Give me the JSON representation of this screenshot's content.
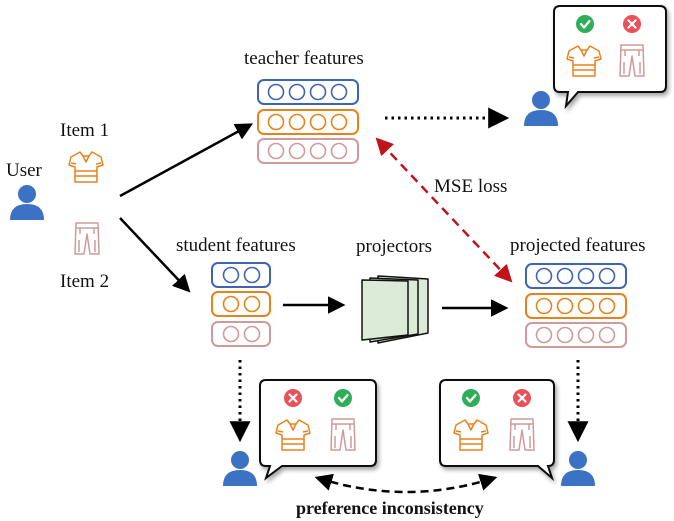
{
  "labels": {
    "user": "User",
    "item1": "Item 1",
    "item2": "Item 2",
    "teacher_features": "teacher features",
    "student_features": "student features",
    "projectors": "projectors",
    "projected_features": "projected features",
    "mse_loss": "MSE loss",
    "preference_inconsistency": "preference inconsistency"
  },
  "colors": {
    "blue": "#3f63b5",
    "orange": "#e8821c",
    "pink": "#d09a9a",
    "user_blue": "#3b72c4",
    "mse_red": "#c0141a",
    "check_green": "#2fae5a",
    "cross_red": "#e8505b",
    "projector_fill": "#dcebd8"
  },
  "icons": {
    "user": "user-icon",
    "shirt": "shirt-icon",
    "pants": "pants-icon",
    "check": "check-icon",
    "cross": "cross-icon",
    "projector": "projector-icon"
  }
}
